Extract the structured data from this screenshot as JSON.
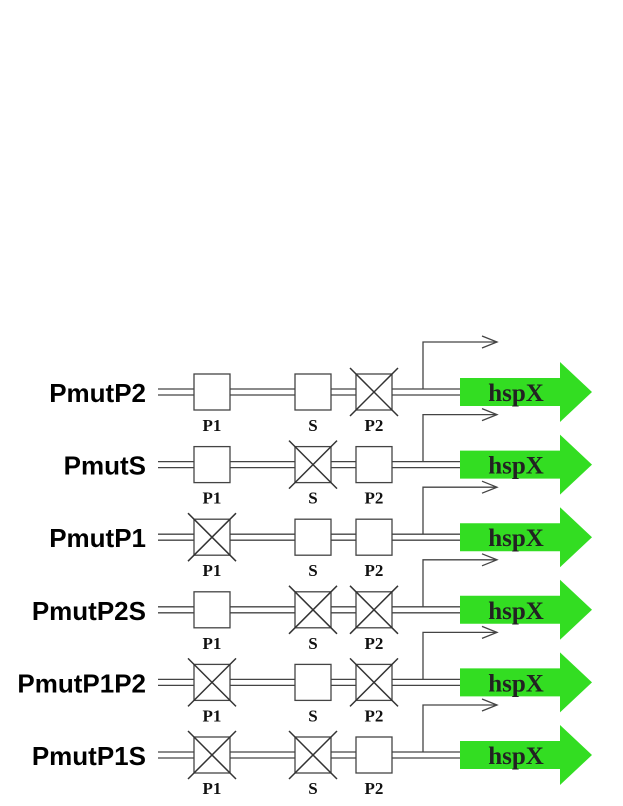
{
  "gene": {
    "label": "hspX",
    "color": "#33dd22"
  },
  "site_names": [
    "P1",
    "S",
    "P2"
  ],
  "constructs": [
    {
      "label": "PmutP2",
      "mutated": [
        "P2"
      ]
    },
    {
      "label": "PmutS",
      "mutated": [
        "S"
      ]
    },
    {
      "label": "PmutP1",
      "mutated": [
        "P1"
      ]
    },
    {
      "label": "PmutP2S",
      "mutated": [
        "S",
        "P2"
      ]
    },
    {
      "label": "PmutP1P2",
      "mutated": [
        "P1",
        "P2"
      ]
    },
    {
      "label": "PmutP1S",
      "mutated": [
        "P1",
        "S"
      ]
    }
  ]
}
